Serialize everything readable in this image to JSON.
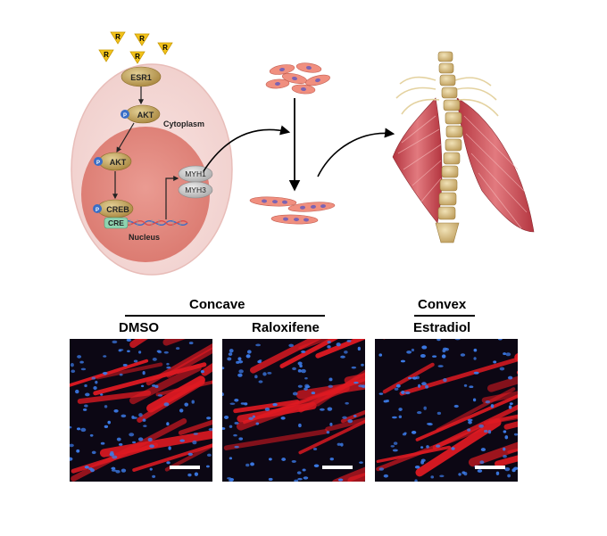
{
  "pathway": {
    "receptor_glyph": "R",
    "esr1": "ESR1",
    "phospho": "P",
    "akt_cytoplasm": "AKT",
    "cytoplasm_label": "Cytoplasm",
    "akt_nucleus": "AKT",
    "creb": "CREB",
    "cre": "CRE",
    "nucleus_label": "Nucleus",
    "myh1": "MYH1",
    "myh3": "MYH3"
  },
  "panels": {
    "group_concave": "Concave",
    "group_convex": "Convex",
    "dmso": "DMSO",
    "raloxifene": "Raloxifene",
    "estradiol": "Estradiol"
  },
  "colors": {
    "cell_outer": "#f4d7d5",
    "nucleus_fill": "#e2897f",
    "protein_gold": "#b99a52",
    "myh_gray": "#c8c8c8",
    "receptor_yellow": "#f2c21a",
    "phospho_blue": "#3a6ec7",
    "stain_red": "#e01a22",
    "stain_blue": "#3c7be8",
    "muscle_red": "#c8414a",
    "bone": "#d8c18a"
  }
}
